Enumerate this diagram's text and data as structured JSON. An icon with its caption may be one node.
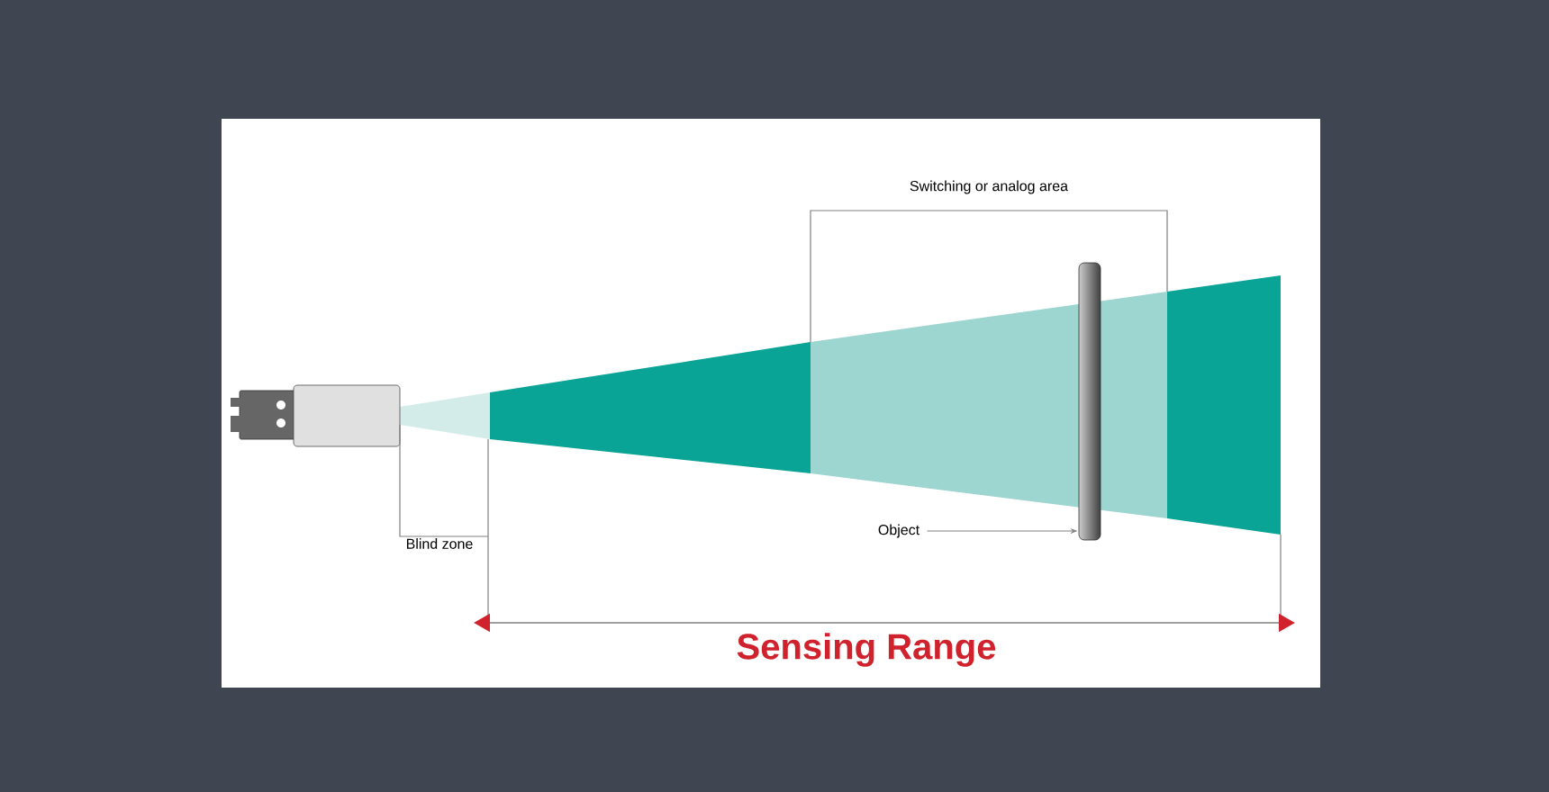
{
  "diagram": {
    "nodes": [
      {
        "text": [
          "Object"
        ]
      },
      {
        "text": [],
        "shape": "bar"
      }
    ],
    "edges": [
      {
        "from": 0,
        "to": 1,
        "arrow": "to"
      }
    ],
    "labels": [
      "Switching or analog area",
      "Blind zone",
      "Sensing Range"
    ]
  }
}
